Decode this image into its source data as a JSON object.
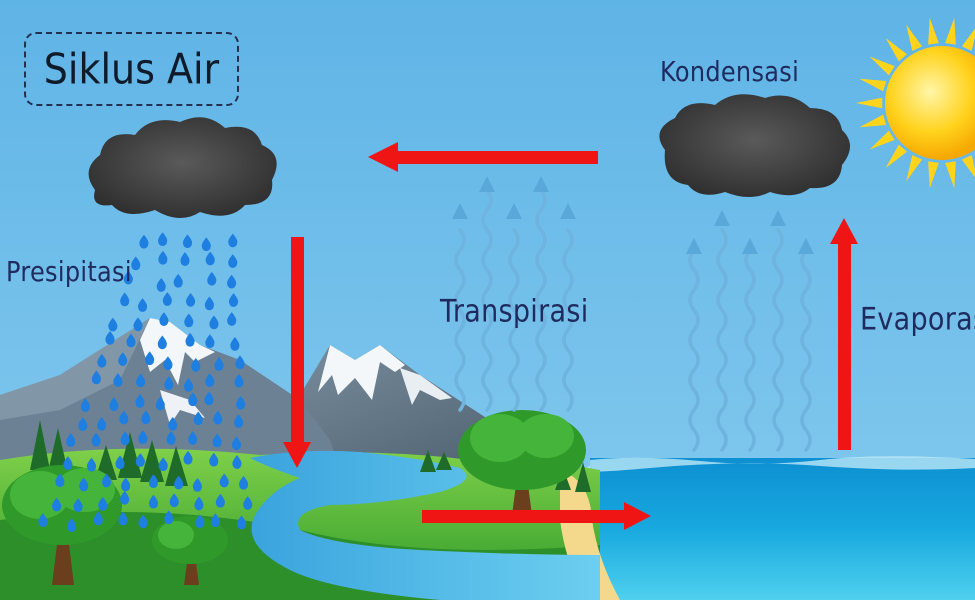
{
  "title": "Siklus Air",
  "labels": {
    "kondensasi": "Kondensasi",
    "presipitasi": "Presipitasi",
    "transpirasi": "Transpirasi",
    "evaporasi": "Evaporasi"
  },
  "colors": {
    "sky": "#5fb6e8",
    "cloud": "#454545",
    "arrow": "#f01515",
    "vapor": "#6fb3df",
    "raindrop": "#1e7fe0",
    "sea": "#1ba6dd",
    "sun": "#ffcc00",
    "label_text": "#1f2b5e"
  },
  "icons": [
    "sun-icon",
    "cloud-icon",
    "raindrop-icon",
    "mountain-icon",
    "tree-icon",
    "wave-arrow-icon",
    "arrow-icon"
  ]
}
